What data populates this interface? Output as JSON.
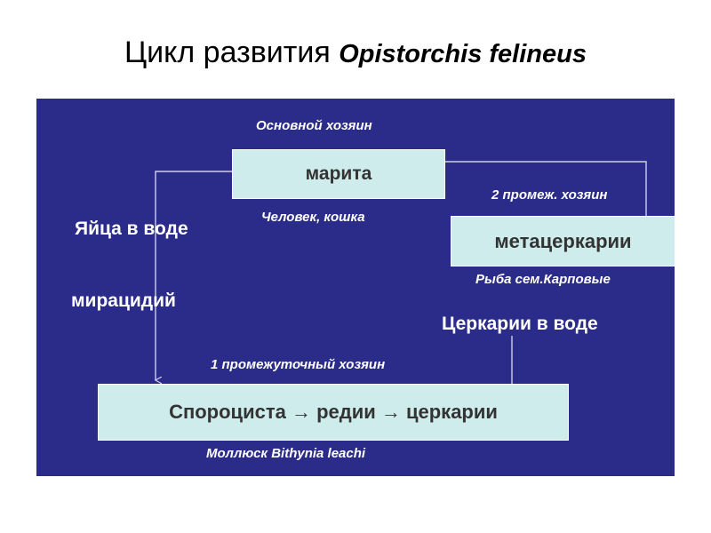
{
  "title": {
    "main": "Цикл развития ",
    "latin": "Opistorchis felineus"
  },
  "nodes": {
    "marita": "марита",
    "metacercariae": "метацеркарии",
    "sporocyst_chain": "Спороциста → редии → церкарии"
  },
  "labels": {
    "main_host": "Основной хозяин",
    "main_host_examples": "Человек, кошка",
    "second_host": "2 промеж. хозяин",
    "second_host_examples": "Рыба сем.Карповые",
    "eggs": "Яйца в воде",
    "miracidium": "мирацидий",
    "cercariae_water": "Церкарии в воде",
    "first_host": "1 промежуточный хозяин",
    "first_host_examples": "Моллюск Bithynia leachi"
  },
  "colors": {
    "panel": "#2b2c89",
    "box": "#cdeceb",
    "box_text": "#333333",
    "label": "#ffffff"
  }
}
